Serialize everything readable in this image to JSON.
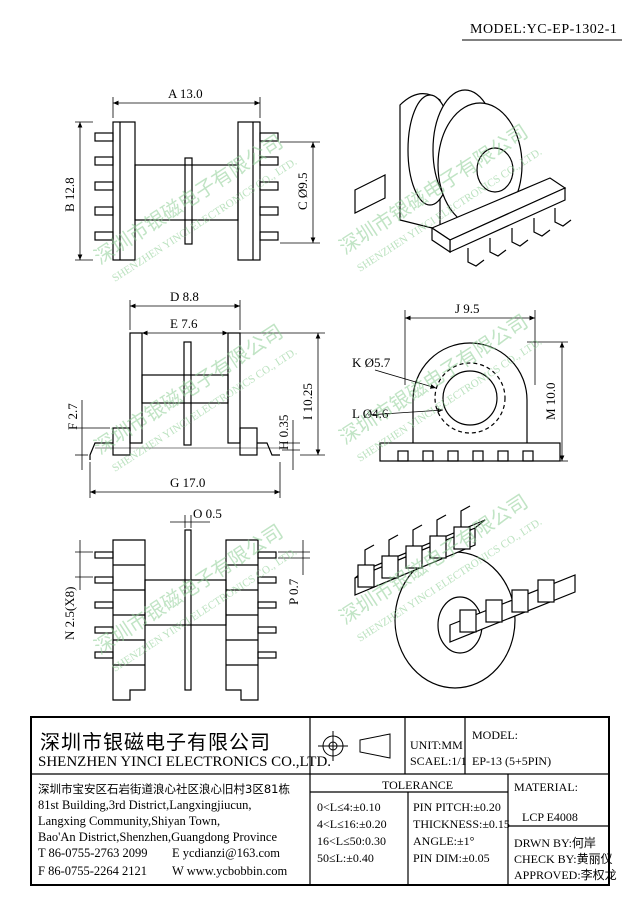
{
  "header": {
    "model": "MODEL:YC-EP-1302-1"
  },
  "dimensions": {
    "A": "A 13.0",
    "B": "B 12.8",
    "C": "C Ø9.5",
    "D": "D 8.8",
    "E": "E 7.6",
    "F": "F 2.7",
    "G": "G 17.0",
    "H": "H 0.35",
    "I": "I 10.25",
    "J": "J 9.5",
    "K": "K Ø5.7",
    "L": "L Ø4.6",
    "M": "M 10.0",
    "N": "N 2.5(X8)",
    "O": "O 0.5",
    "P": "P 0.7"
  },
  "watermark": {
    "cn": "深圳市银磁电子有限公司",
    "en": "SHENZHEN YINCI ELECTRONICS CO., LTD."
  },
  "title_block": {
    "company_cn": "深圳市银磁电子有限公司",
    "company_en": "SHENZHEN YINCI ELECTRONICS CO.,LTD.",
    "address": [
      "深圳市宝安区石岩街道浪心社区浪心旧村3区81栋",
      "81st Building,3rd District,Langxingjiucun,",
      "Langxing Community,Shiyan Town,",
      "Bao'An District,Shenzhen,Guangdong Province"
    ],
    "tel": "T 86-0755-2763 2099",
    "email": "E ycdianzi@163.com",
    "fax": "F 86-0755-2264 2121",
    "web": "W www.ycbobbin.com",
    "unit": "UNIT:MM",
    "scale": "SCAEL:1/1",
    "model_label": "MODEL:",
    "model_value": "EP-13 (5+5PIN)",
    "tolerance_title": "TOLERANCE",
    "tolerances": [
      "0<L≤4:±0.10",
      "4<L≤16:±0.20",
      "16<L≤50:0.30",
      "50≤L:±0.40"
    ],
    "pin_specs": [
      "PIN PITCH:±0.20",
      "THICKNESS:±0.15",
      "ANGLE:±1°",
      "PIN DIM:±0.05"
    ],
    "material_label": "MATERIAL:",
    "material_value": "LCP E4008",
    "drawn_by": "DRWN BY:何岸",
    "check_by": "CHECK BY:黄丽仪",
    "approved": "APPROVED:李权龙"
  }
}
